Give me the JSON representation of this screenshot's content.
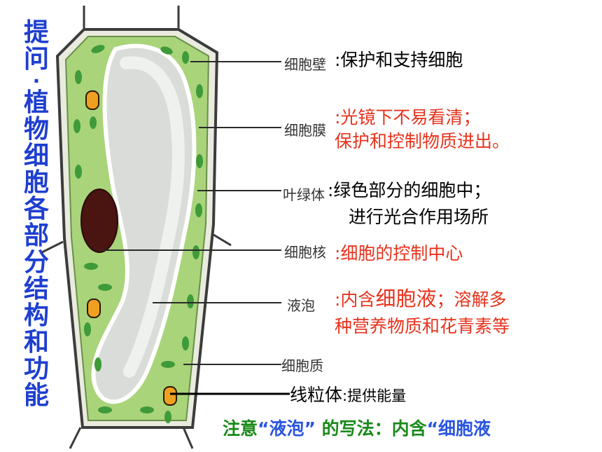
{
  "title": {
    "part1": "提问",
    "sep": "·",
    "part2": "植物细胞各部分结构和功能"
  },
  "labels": {
    "wall": "细胞壁",
    "membrane": "细胞膜",
    "chloroplast": "叶绿体",
    "nucleus": "细胞核",
    "vacuole": "液泡",
    "cytoplasm": "细胞质",
    "mitochondria": "线粒体"
  },
  "descriptions": {
    "wall": ":保护和支持细胞",
    "membrane_line1": ":光镜下不易看清；",
    "membrane_line2": "保护和控制物质进出。",
    "chloroplast_line1": ":绿色部分的细胞中；",
    "chloroplast_line2": "进行光合作用场所",
    "nucleus": ":细胞的控制中心",
    "vacuole_pre": ":内含",
    "vacuole_big": "细胞液",
    "vacuole_post": "；溶解多",
    "vacuole_line2": "种营养物质和花青素等",
    "mitochondria": ":提供能量"
  },
  "note": {
    "prefix": "注意",
    "quoted1": "“液泡”",
    "middle": " 的写法：内含",
    "quoted2": "“细胞液"
  },
  "colors": {
    "title": "#1f3fd0",
    "red_text": "#e8321c",
    "note_green": "#1a8a1a",
    "note_blue": "#2a55e0",
    "cytoplasm_green": "#a9d47a",
    "chloroplast": "#3f9a3a",
    "nucleus": "#4a1410",
    "mitochondria": "#f0a020"
  }
}
